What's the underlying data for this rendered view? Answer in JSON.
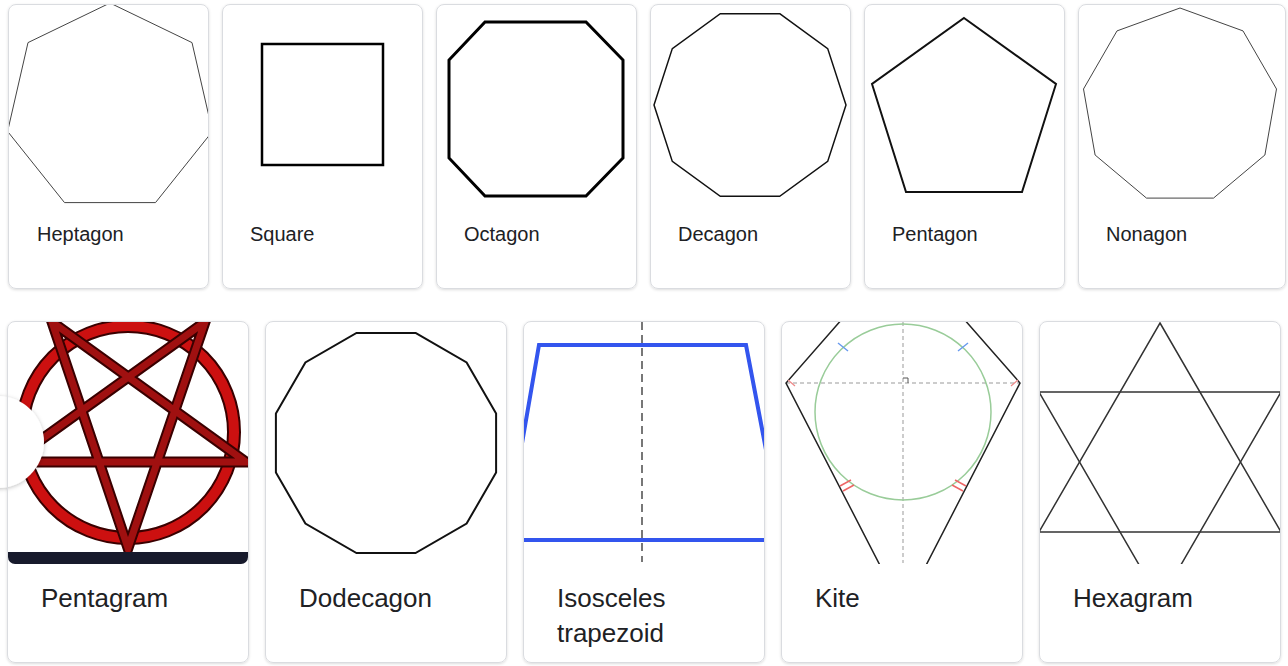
{
  "diagram": {
    "nodes": [
      {
        "text": [
          "Heptagon"
        ]
      },
      {
        "text": [
          "Square"
        ]
      },
      {
        "text": [
          "Octagon"
        ]
      },
      {
        "text": [
          "Decagon"
        ]
      },
      {
        "text": [
          "Pentagon"
        ]
      },
      {
        "text": [
          "Nonagon"
        ]
      },
      {
        "text": [
          "Pentagram"
        ]
      },
      {
        "text": [
          "Dodecagon"
        ]
      },
      {
        "text": [
          "Isosceles trapezoid"
        ]
      },
      {
        "text": [
          "Kite"
        ]
      },
      {
        "text": [
          "Hexagram"
        ]
      }
    ]
  }
}
